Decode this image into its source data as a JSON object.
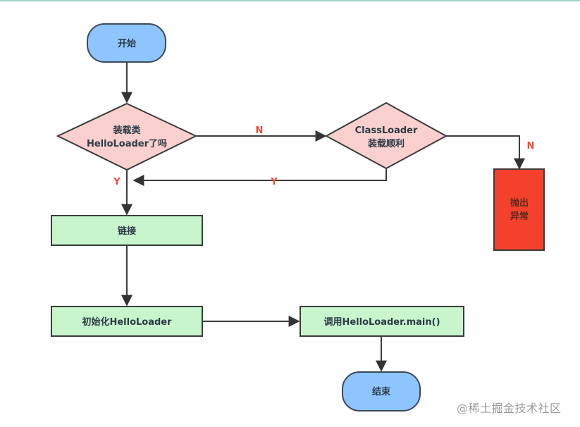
{
  "colors": {
    "terminal_fill": "#8ec5ff",
    "decision_fill": "#f9d0ce",
    "process_fill": "#c8f5cc",
    "error_fill": "#f4412b",
    "stroke": "#3b3b3b",
    "label_red": "#f04a32",
    "text": "#2b3a46"
  },
  "nodes": {
    "start": {
      "label": "开始"
    },
    "decision_loaded": {
      "line1": "装载类",
      "line2": "HelloLoader了吗"
    },
    "decision_classloader": {
      "line1": "ClassLoader",
      "line2": "装载顺利"
    },
    "throw_exception": {
      "line1": "抛出",
      "line2": "异常"
    },
    "link": {
      "label": "链接"
    },
    "init": {
      "label": "初始化HelloLoader"
    },
    "invoke_main": {
      "label": "调用HelloLoader.main()"
    },
    "end": {
      "label": "结束"
    }
  },
  "edge_labels": {
    "loaded_no": "N",
    "loaded_yes": "Y",
    "classloader_yes": "Y",
    "classloader_no": "N"
  },
  "watermark": "@稀土掘金技术社区"
}
